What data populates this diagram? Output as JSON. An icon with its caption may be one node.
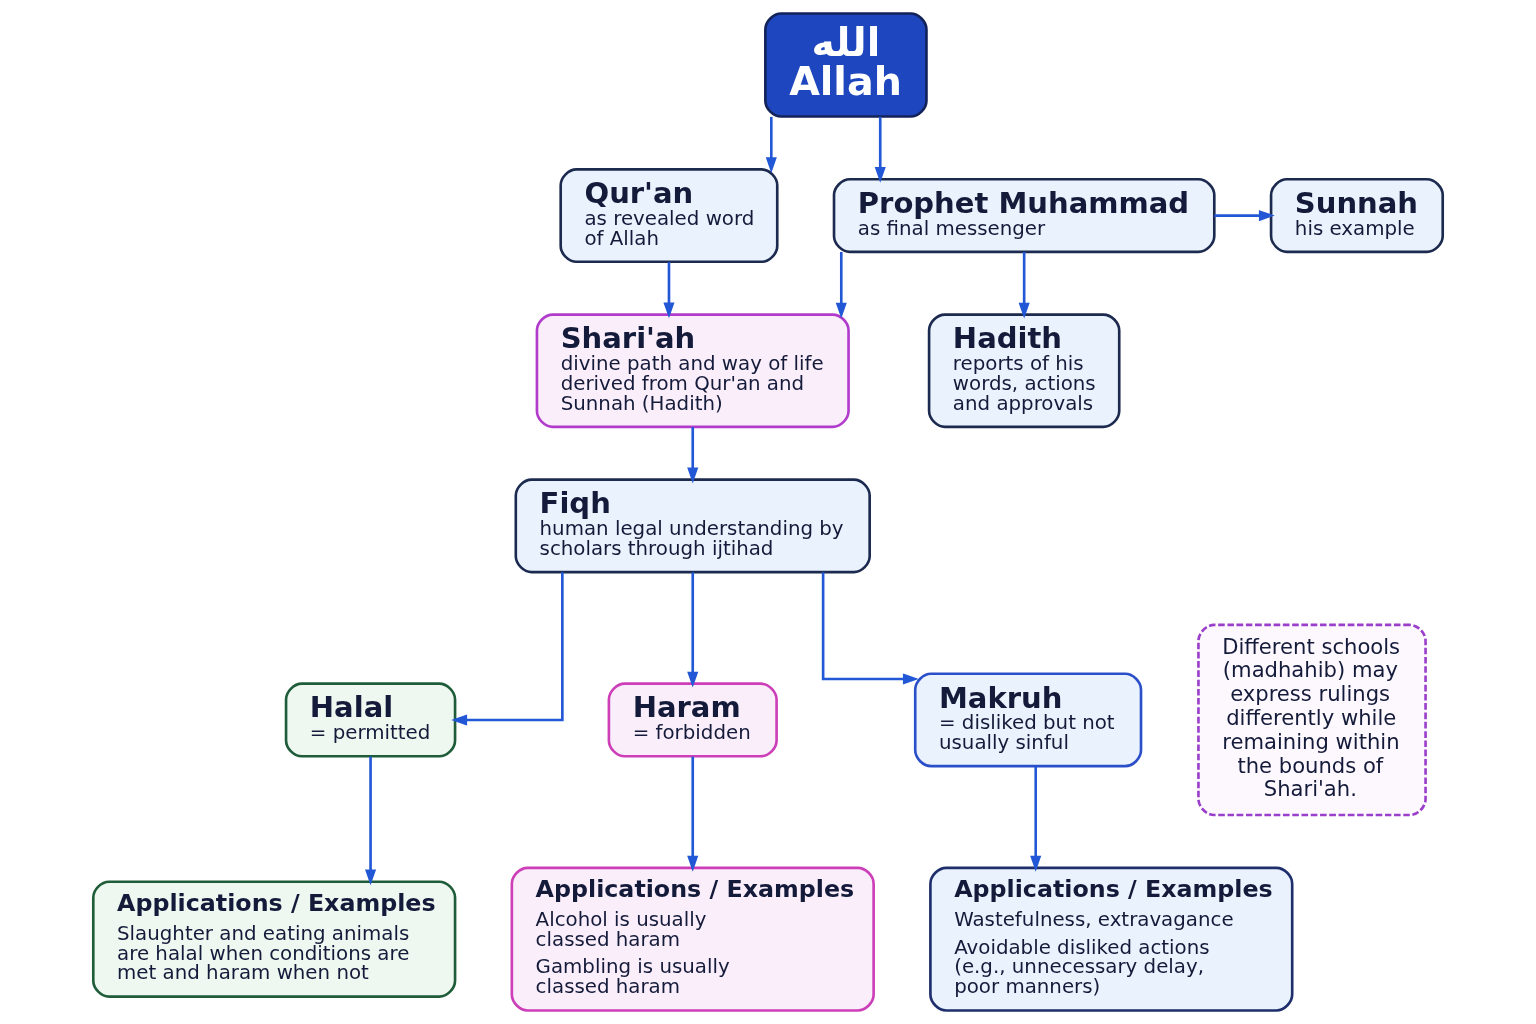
{
  "diagram": {
    "nodes": [
      {
        "text": [
          "الله",
          "Allah"
        ]
      },
      {
        "text": [
          "Qur'an",
          "as revealed word of Allah"
        ]
      },
      {
        "text": [
          "Prophet Muhammad",
          "as final messenger"
        ]
      },
      {
        "text": [
          "Sunnah",
          "his example"
        ]
      },
      {
        "text": [
          "Hadith",
          "reports of his words, actions and approvals"
        ]
      },
      {
        "text": [
          "Shari'ah",
          "divine path and way of life derived from Qur'an and Sunnah (Hadith)"
        ]
      },
      {
        "text": [
          "Fiqh",
          "human legal understanding by scholars through ijtihad"
        ]
      },
      {
        "text": [
          "Halal",
          "= permitted"
        ]
      },
      {
        "text": [
          "Haram",
          "= forbidden"
        ]
      },
      {
        "text": [
          "Makruh",
          "= disliked but not usually sinful"
        ]
      },
      {
        "text": [
          "Applications / Examples",
          "Slaughter and eating animals are halal when conditions are met and haram when not"
        ]
      },
      {
        "text": [
          "Applications / Examples",
          "Alcohol is usually classed haram",
          "Gambling is usually classed haram"
        ]
      },
      {
        "text": [
          "Applications / Examples",
          "Wastefulness, extravagance",
          "Avoidable disliked actions (e.g., unnecessary delay, poor manners)"
        ]
      },
      {
        "text": [
          "Different schools (madhahib) may express rulings differently while remaining within the bounds of Shari'ah."
        ]
      }
    ],
    "edges": [
      {
        "from": 0,
        "to": 1,
        "arrow": "to"
      },
      {
        "from": 0,
        "to": 2,
        "arrow": "to"
      },
      {
        "from": 2,
        "to": 3,
        "arrow": "to"
      },
      {
        "from": 2,
        "to": 4,
        "arrow": "to"
      },
      {
        "from": 1,
        "to": 5,
        "arrow": "to"
      },
      {
        "from": 2,
        "to": 5,
        "arrow": "to"
      },
      {
        "from": 5,
        "to": 6,
        "arrow": "to"
      },
      {
        "from": 6,
        "to": 7,
        "arrow": "to"
      },
      {
        "from": 6,
        "to": 8,
        "arrow": "to"
      },
      {
        "from": 6,
        "to": 9,
        "arrow": "to"
      },
      {
        "from": 7,
        "to": 10,
        "arrow": "to"
      },
      {
        "from": 8,
        "to": 11,
        "arrow": "to"
      },
      {
        "from": 9,
        "to": 12,
        "arrow": "to"
      }
    ]
  }
}
